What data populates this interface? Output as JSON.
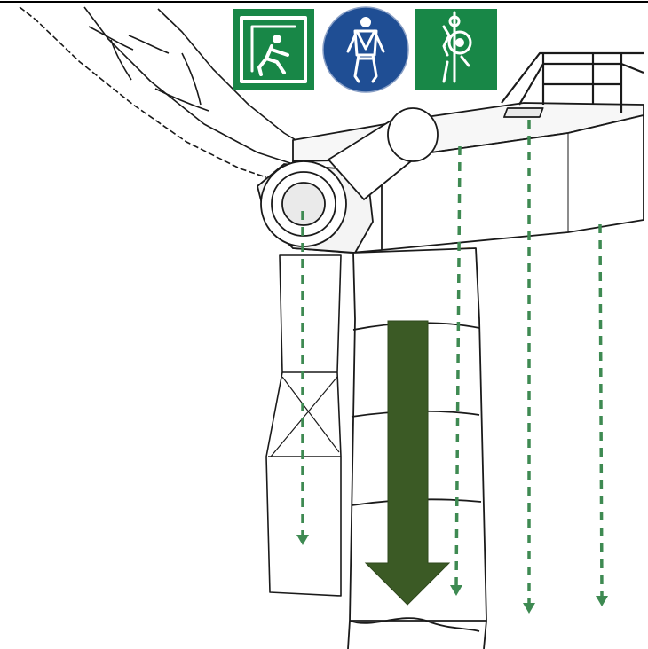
{
  "figure": {
    "background": "#ffffff",
    "line_color": "#1a1a1a",
    "outline_color": "#555555"
  },
  "signs": [
    {
      "id": "emergency-exit",
      "icon": "emergency-exit-icon",
      "shape": "square",
      "background": "#188747",
      "foreground": "#ffffff"
    },
    {
      "id": "harness-mandatory",
      "icon": "safety-harness-icon",
      "shape": "circle",
      "background": "#1f4e94",
      "foreground": "#ffffff"
    },
    {
      "id": "descender-device",
      "icon": "rescue-descender-icon",
      "shape": "square",
      "background": "#188747",
      "foreground": "#ffffff"
    }
  ],
  "arrows": {
    "main_arrow_color": "#3b5a25",
    "escape_route_color": "#3e8a52",
    "escape_routes": 4,
    "main_direction": "down"
  }
}
